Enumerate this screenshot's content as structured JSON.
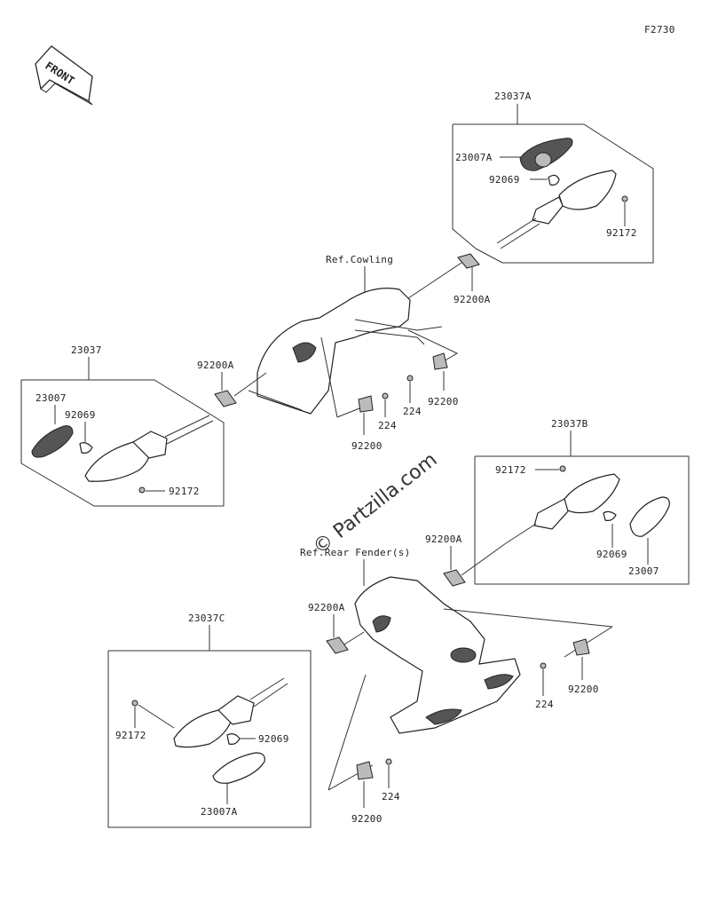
{
  "figure_code": "F2730",
  "front_badge": "FRONT",
  "watermark": "© Partzilla.com",
  "refs": {
    "cowling": "Ref.Cowling",
    "rear_fender": "Ref.Rear Fender(s)"
  },
  "assemblies": {
    "rear_left_top": {
      "assembly": "23037A",
      "lens": "23007A",
      "bulb": "92069",
      "screw": "92172",
      "grommet": "92200A"
    },
    "front_left": {
      "assembly": "23037",
      "lens": "23007",
      "bulb": "92069",
      "screw": "92172",
      "grommet": "92200A"
    },
    "right_mid": {
      "assembly": "23037B",
      "lens": "23007",
      "bulb": "92069",
      "screw": "92172",
      "grommet": "92200A"
    },
    "lower_left": {
      "assembly": "23037C",
      "lens": "23007A",
      "bulb": "92069",
      "screw": "92172",
      "grommet": "92200A"
    }
  },
  "hardware": {
    "bracket": "92200",
    "bolt": "224"
  }
}
